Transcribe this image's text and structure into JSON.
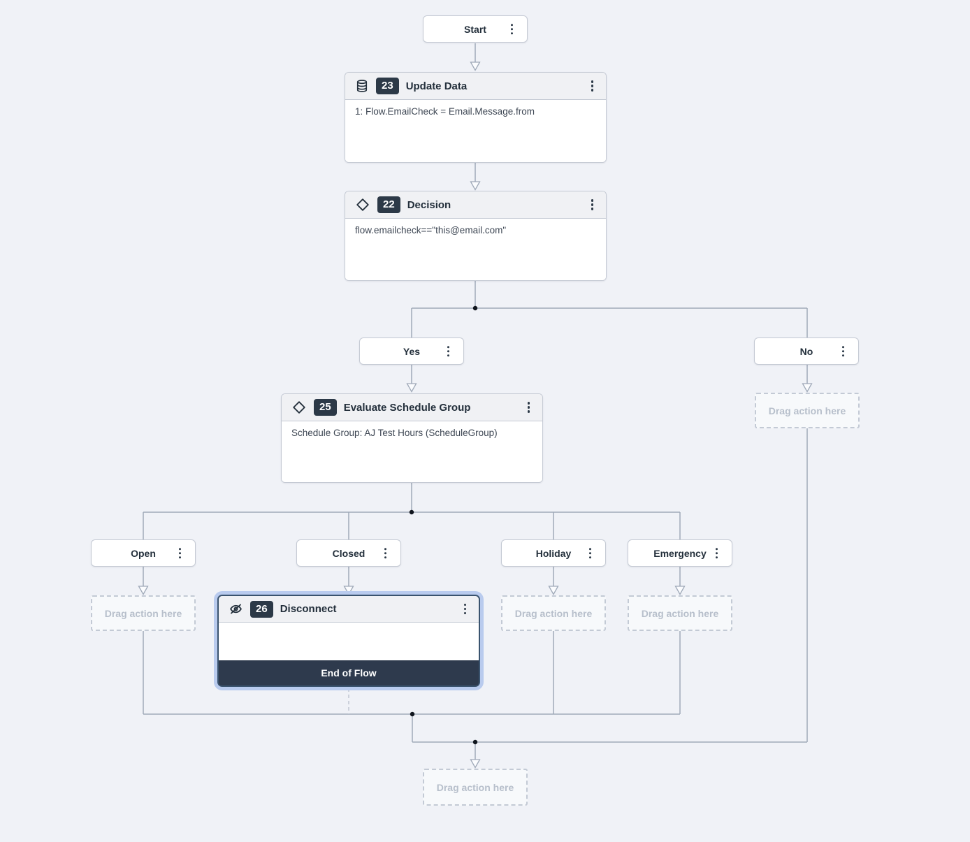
{
  "flow": {
    "start": {
      "label": "Start"
    },
    "update_data": {
      "number": "23",
      "title": "Update Data",
      "body": "1: Flow.EmailCheck = Email.Message.from"
    },
    "decision": {
      "number": "22",
      "title": "Decision",
      "body": "flow.emailcheck==\"this@email.com\""
    },
    "decision_branches": {
      "yes": "Yes",
      "no": "No"
    },
    "evaluate_schedule_group": {
      "number": "25",
      "title": "Evaluate Schedule Group",
      "body": "Schedule Group: AJ Test Hours (ScheduleGroup)"
    },
    "schedule_branches": {
      "open": "Open",
      "closed": "Closed",
      "holiday": "Holiday",
      "emergency": "Emergency"
    },
    "disconnect": {
      "number": "26",
      "title": "Disconnect",
      "footer": "End of Flow"
    },
    "drop_placeholder": "Drag action here"
  },
  "colors": {
    "canvas_bg": "#f0f2f7",
    "node_border": "#c5cad4",
    "header_bg": "#f0f1f4",
    "badge_bg": "#2c3947",
    "footer_bg": "#2e3a4d",
    "connector_color": "#9fa9b8",
    "drag_text": "#b7bfcb",
    "selection_halo": "#b9cbee",
    "selection_border": "#3a536e"
  }
}
